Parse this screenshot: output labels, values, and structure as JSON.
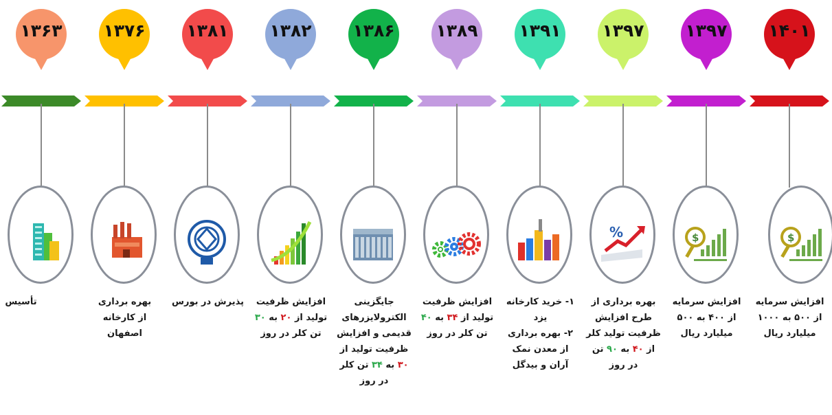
{
  "milestones": [
    {
      "year": "۱۳۶۳",
      "color": "#f7956b",
      "bar_color": "#3c8a28",
      "icon": "buildings-icon",
      "lines": [
        {
          "parts": [
            {
              "t": "تأسیس"
            }
          ]
        }
      ]
    },
    {
      "year": "۱۳۷۶",
      "color": "#ffc000",
      "bar_color": "#ffc000",
      "icon": "factory-icon",
      "lines": [
        {
          "parts": [
            {
              "t": "بهره برداری"
            }
          ]
        },
        {
          "parts": [
            {
              "t": "از کارخانه"
            }
          ]
        },
        {
          "parts": [
            {
              "t": "اصفهان"
            }
          ]
        }
      ]
    },
    {
      "year": "۱۳۸۱",
      "color": "#f24b4b",
      "bar_color": "#f24b4b",
      "icon": "stock-exchange-emblem-icon",
      "lines": [
        {
          "parts": [
            {
              "t": "پذیرش در بورس"
            }
          ]
        }
      ]
    },
    {
      "year": "۱۳۸۲",
      "color": "#8fa9da",
      "bar_color": "#8fa9da",
      "icon": "growth-bars-icon",
      "lines": [
        {
          "parts": [
            {
              "t": "افزایش ظرفیت"
            }
          ]
        },
        {
          "parts": [
            {
              "t": "تولید  از "
            },
            {
              "t": "۲۰",
              "c": "red"
            },
            {
              "t": " به "
            },
            {
              "t": "۳۰",
              "c": "green"
            }
          ]
        },
        {
          "parts": [
            {
              "t": "تن کلر در روز"
            }
          ]
        }
      ]
    },
    {
      "year": "۱۳۸۶",
      "color": "#12b24a",
      "bar_color": "#12b24a",
      "icon": "electrolyzer-icon",
      "lines": [
        {
          "parts": [
            {
              "t": "جایگزینی"
            }
          ]
        },
        {
          "parts": [
            {
              "t": "الکترولایزرهای"
            }
          ]
        },
        {
          "parts": [
            {
              "t": "قدیمی و افزایش"
            }
          ]
        },
        {
          "parts": [
            {
              "t": "ظرفیت تولید از"
            }
          ]
        },
        {
          "parts": [
            {
              "t": "۳۰",
              "c": "red"
            },
            {
              "t": " به "
            },
            {
              "t": "۳۴",
              "c": "green"
            },
            {
              "t": " تن کلر"
            }
          ]
        },
        {
          "parts": [
            {
              "t": "در روز"
            }
          ]
        }
      ]
    },
    {
      "year": "۱۳۸۹",
      "color": "#c39be0",
      "bar_color": "#c39be0",
      "icon": "gears-icon",
      "lines": [
        {
          "parts": [
            {
              "t": "افزایش ظرفیت"
            }
          ]
        },
        {
          "parts": [
            {
              "t": "تولید از "
            },
            {
              "t": "۳۴",
              "c": "red"
            },
            {
              "t": " به "
            },
            {
              "t": "۴۰",
              "c": "green"
            }
          ]
        },
        {
          "parts": [
            {
              "t": "تن کلر در روز"
            }
          ]
        }
      ]
    },
    {
      "year": "۱۳۹۱",
      "color": "#3ee0b0",
      "bar_color": "#3ee0b0",
      "icon": "industrial-city-icon",
      "lines": [
        {
          "parts": [
            {
              "t": "۱- خرید کارخانه"
            }
          ]
        },
        {
          "parts": [
            {
              "t": "یزد"
            }
          ]
        },
        {
          "parts": [
            {
              "t": "۲- بهره برداری"
            }
          ]
        },
        {
          "parts": [
            {
              "t": "از معدن نمک"
            }
          ]
        },
        {
          "parts": [
            {
              "t": "آران و بیدگل"
            }
          ]
        }
      ]
    },
    {
      "year": "۱۳۹۷",
      "color": "#cbf26a",
      "bar_color": "#cbf26a",
      "icon": "percent-chart-icon",
      "lines": [
        {
          "parts": [
            {
              "t": "بهره برداری از"
            }
          ]
        },
        {
          "parts": [
            {
              "t": "طرح افزایش"
            }
          ]
        },
        {
          "parts": [
            {
              "t": "ظرفیت تولید کلر"
            }
          ]
        },
        {
          "parts": [
            {
              "t": "از "
            },
            {
              "t": "۴۰",
              "c": "red"
            },
            {
              "t": " به "
            },
            {
              "t": "۹۰",
              "c": "green"
            },
            {
              "t": " تن"
            }
          ]
        },
        {
          "parts": [
            {
              "t": "در روز"
            }
          ]
        }
      ]
    },
    {
      "year": "۱۳۹۷",
      "color": "#c21fcf",
      "bar_color": "#c21fcf",
      "icon": "money-growth-icon",
      "lines": [
        {
          "parts": [
            {
              "t": "افزایش سرمایه"
            }
          ]
        },
        {
          "parts": [
            {
              "t": "از ۴۰۰ به ۵۰۰"
            }
          ]
        },
        {
          "parts": [
            {
              "t": "میلیارد ریال"
            }
          ]
        }
      ]
    },
    {
      "year": "۱۴۰۱",
      "color": "#d6121b",
      "bar_color": "#d6121b",
      "icon": "money-growth-icon",
      "lines": [
        {
          "parts": [
            {
              "t": "افزایش سرمایه"
            }
          ]
        },
        {
          "parts": [
            {
              "t": "از ۵۰۰ به ۱۰۰۰"
            }
          ]
        },
        {
          "parts": [
            {
              "t": "میلیارد ریال"
            }
          ]
        }
      ]
    }
  ]
}
